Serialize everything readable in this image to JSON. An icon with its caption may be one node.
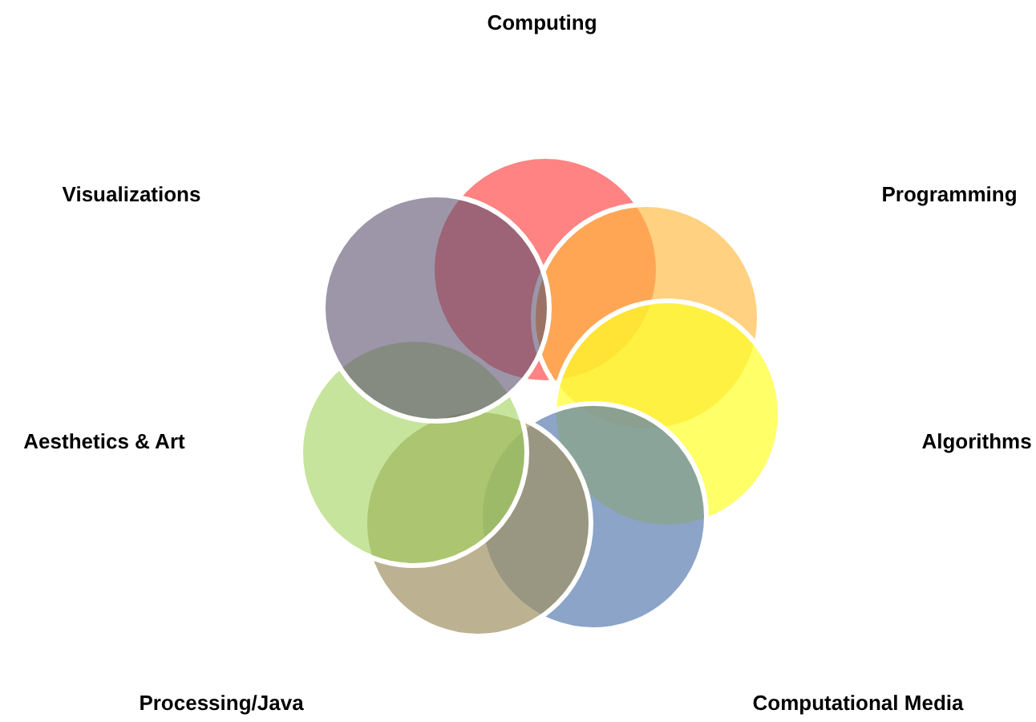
{
  "diagram": {
    "nodes": [
      {
        "text": [],
        "shape": "circle"
      },
      {
        "text": [],
        "shape": "circle"
      },
      {
        "text": [],
        "shape": "circle"
      },
      {
        "text": [],
        "shape": "circle"
      },
      {
        "text": [],
        "shape": "circle"
      },
      {
        "text": [],
        "shape": "circle"
      },
      {
        "text": [],
        "shape": "circle"
      }
    ],
    "labels": [
      "Computing",
      "Visualizations",
      "Programming",
      "Aesthetics & Art",
      "Algorithms",
      "Processing/Java",
      "Computational Media"
    ]
  }
}
